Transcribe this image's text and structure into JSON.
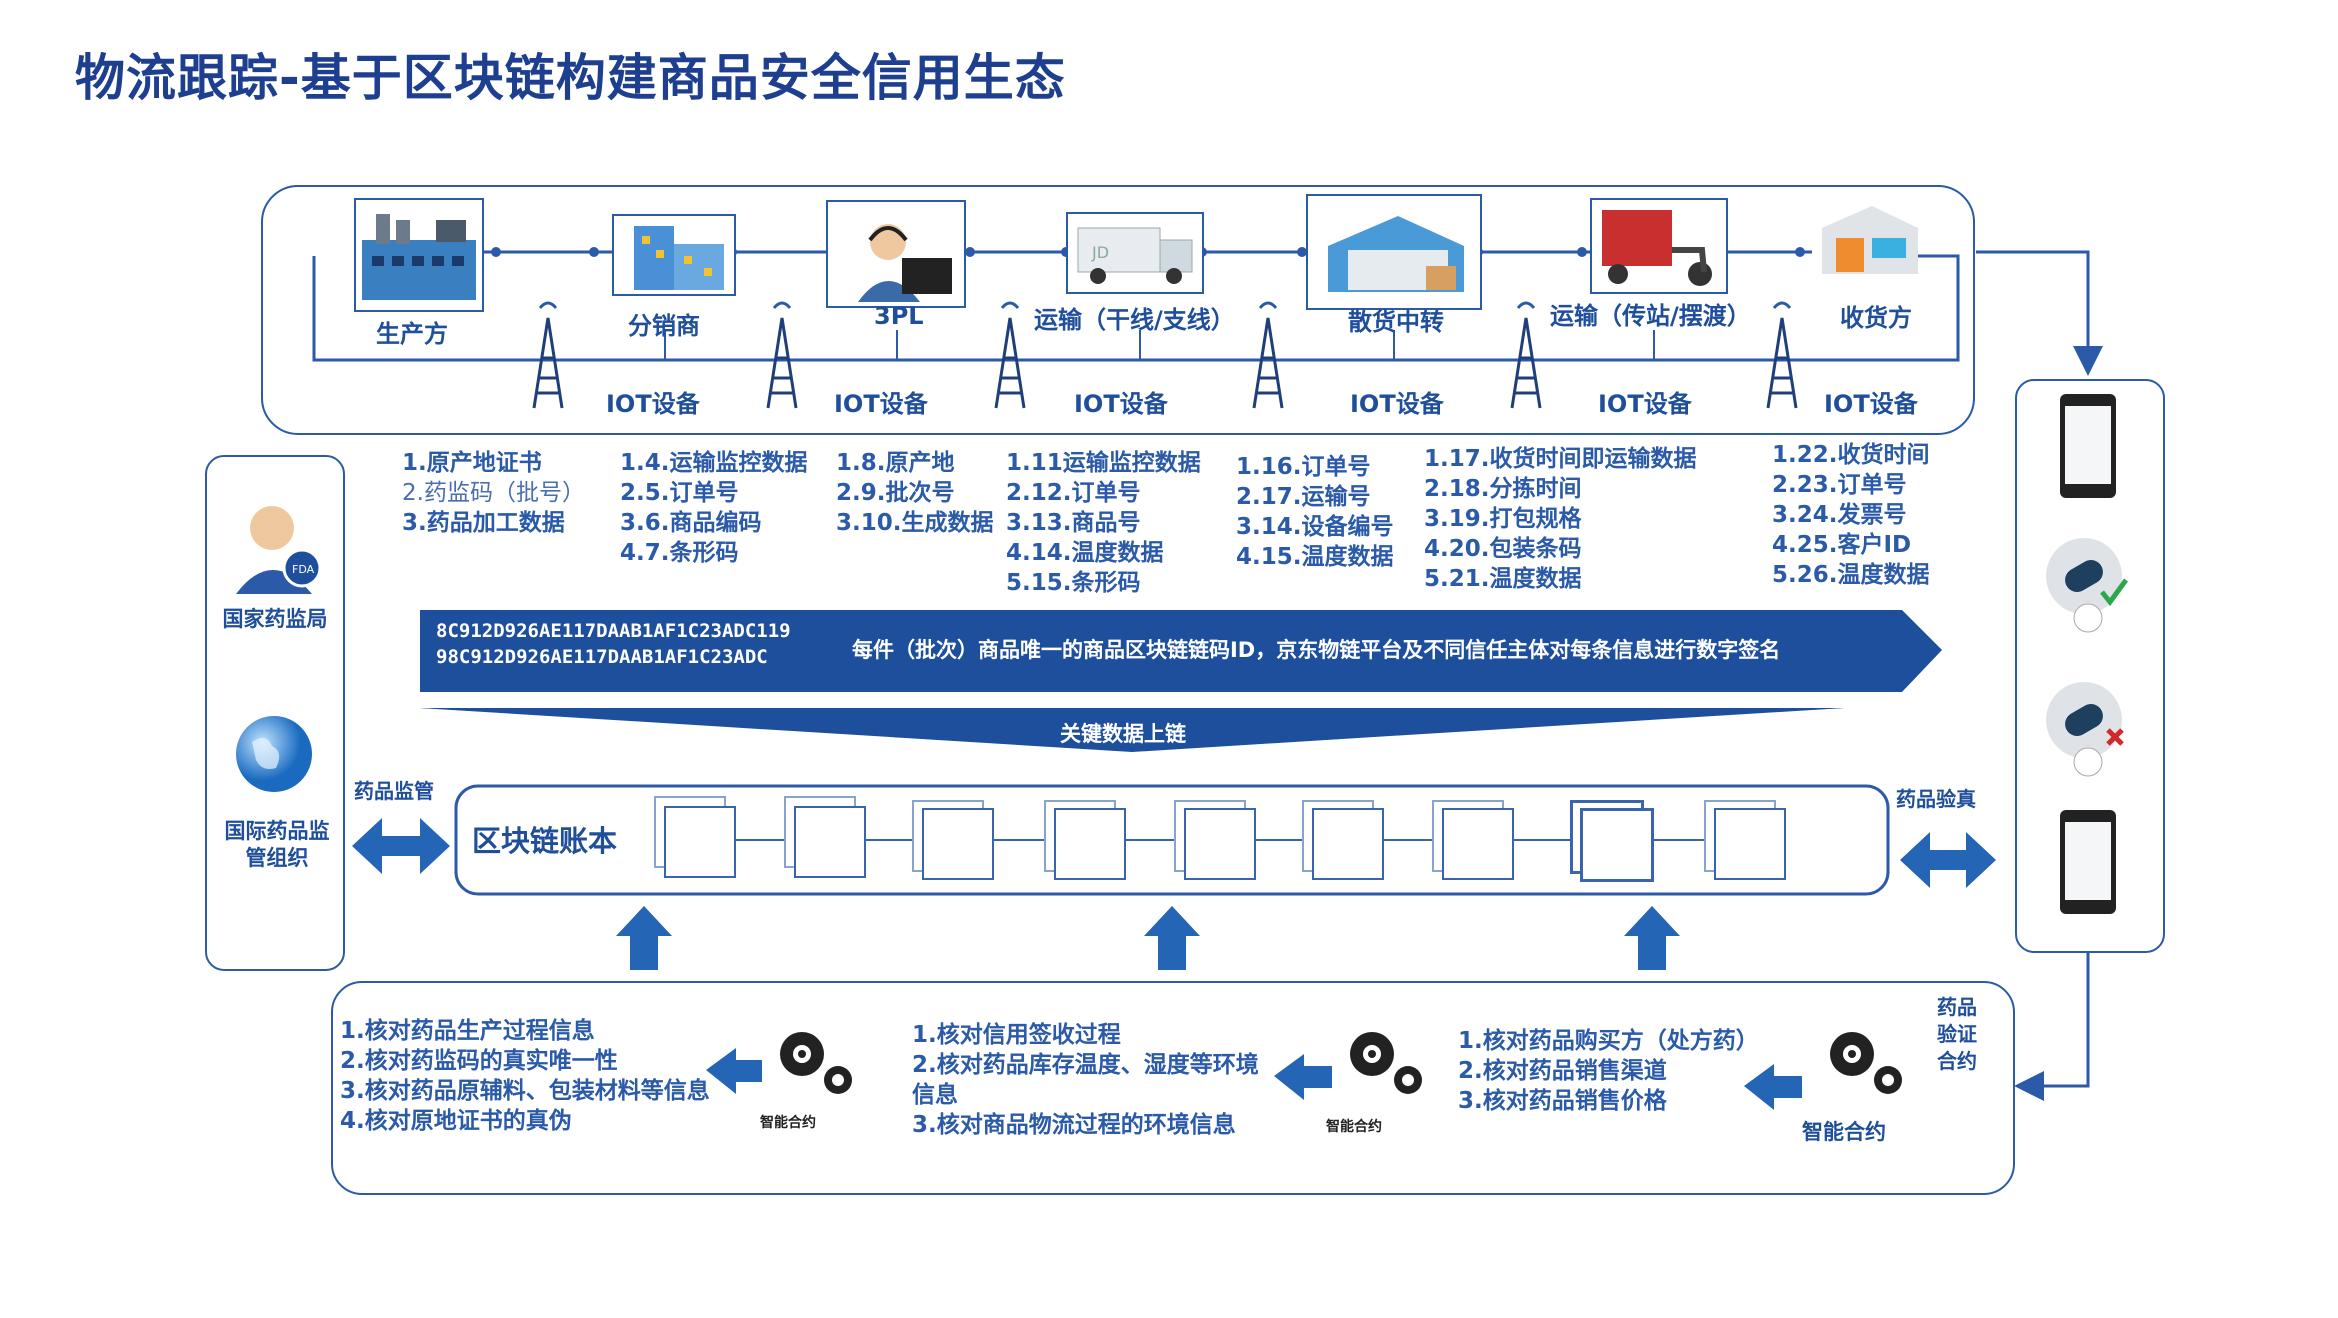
{
  "title": "物流跟踪-基于区块链构建商品安全信用生态",
  "chain_nodes": [
    {
      "label": "生产方",
      "icon": "factory-icon"
    },
    {
      "label": "分销商",
      "icon": "office-building-icon"
    },
    {
      "label": "3PL",
      "icon": "operator-icon"
    },
    {
      "label": "运输（干线/支线）",
      "icon": "truck-icon"
    },
    {
      "label": "散货中转",
      "icon": "warehouse-icon"
    },
    {
      "label": "运输（传站/摆渡）",
      "icon": "tricycle-icon"
    },
    {
      "label": "收货方",
      "icon": "store-icon"
    }
  ],
  "iot_label": "IOT设备",
  "data_columns": [
    [
      "1.原产地证书",
      "2.药监码（批号）",
      "3.药品加工数据"
    ],
    [
      "1.4.运输监控数据",
      "2.5.订单号",
      "3.6.商品编码",
      "4.7.条形码"
    ],
    [
      "1.8.原产地",
      "2.9.批次号",
      "3.10.生成数据"
    ],
    [
      "1.11运输监控数据",
      "2.12.订单号",
      "3.13.商品号",
      "4.14.温度数据",
      "5.15.条形码"
    ],
    [
      "1.16.订单号",
      "2.17.运输号",
      "3.14.设备编号",
      "4.15.温度数据"
    ],
    [
      "1.17.收货时间即运输数据",
      "2.18.分拣时间",
      "3.19.打包规格",
      "4.20.包装条码",
      "5.21.温度数据"
    ],
    [
      "1.22.收货时间",
      "2.23.订单号",
      "3.24.发票号",
      "4.25.客户ID",
      "5.26.温度数据"
    ]
  ],
  "banner": {
    "hash1": "8C912D926AE117DAAB1AF1C23ADC119",
    "hash2": "98C912D926AE117DAAB1AF1C23ADC",
    "text": "每件（批次）商品唯一的商品区块链链码ID，京东物链平台及不同信任主体对每条信息进行数字签名"
  },
  "key_data_label": "关键数据上链",
  "ledger_label": "区块链账本",
  "left_panel": {
    "regulator": "国家药监局",
    "intl": "国际药品监管组织",
    "supervise": "药品监管"
  },
  "right_panel": {
    "verify": "药品验真",
    "contract_verify": "药品验证合约"
  },
  "checks": [
    [
      "1.核对药品生产过程信息",
      "2.核对药监码的真实唯一性",
      "3.核对药品原辅料、包装材料等信息",
      "4.核对原地证书的真伪"
    ],
    [
      "1.核对信用签收过程",
      "2.核对药品库存温度、湿度等环境信息",
      "3.核对商品物流过程的环境信息"
    ],
    [
      "1.核对药品购买方（处方药）",
      "2.核对药品销售渠道",
      "3.核对药品销售价格"
    ]
  ],
  "smart_contract": "智能合约",
  "colors": {
    "primary": "#1f4e9b",
    "banner": "#1e4f9c",
    "line": "#2a5aa8",
    "arrow": "#2565b5"
  }
}
